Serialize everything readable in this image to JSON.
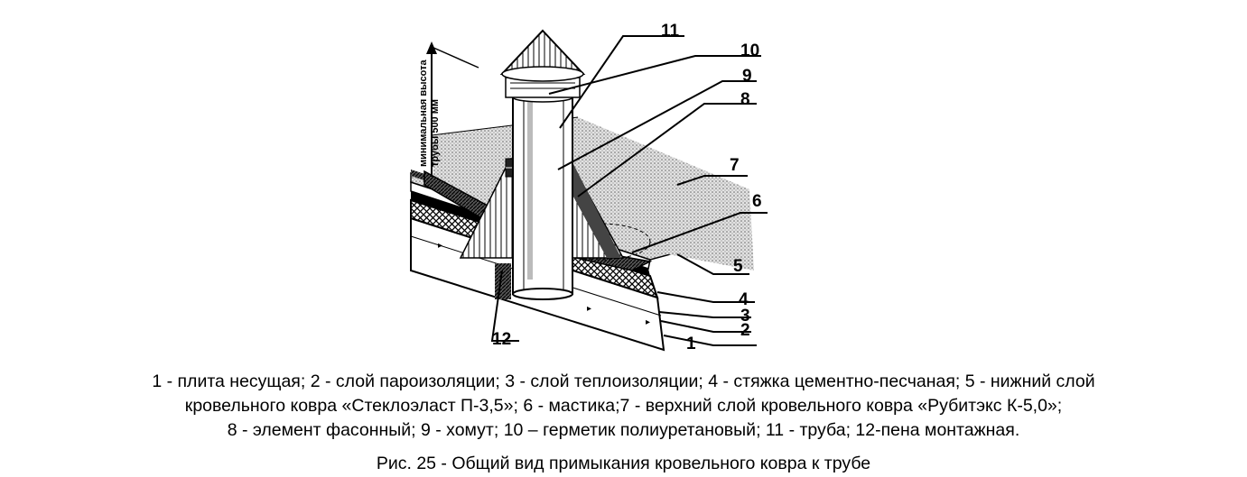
{
  "diagram": {
    "callouts": [
      "1",
      "2",
      "3",
      "4",
      "5",
      "6",
      "7",
      "8",
      "9",
      "10",
      "11",
      "12"
    ],
    "dimension_text": [
      "минимальная высота",
      "трубы 500 мм"
    ]
  },
  "caption": {
    "legend_line_1": "1 - плита несущая; 2 - слой пароизоляции; 3 - слой теплоизоляции; 4 - стяжка цементно-песчаная; 5 - нижний слой",
    "legend_line_2": "кровельного ковра «Стеклоэласт П-3,5»; 6 - мастика;7 - верхний слой кровельного ковра «Рубитэкс К-5,0»;",
    "legend_line_3": "8 - элемент фасонный; 9 - хомут; 10 – герметик полиуретановый; 11 - труба; 12-пена монтажная.",
    "figure_title": "Рис. 25 - Общий вид примыкания кровельного ковра к трубе"
  }
}
